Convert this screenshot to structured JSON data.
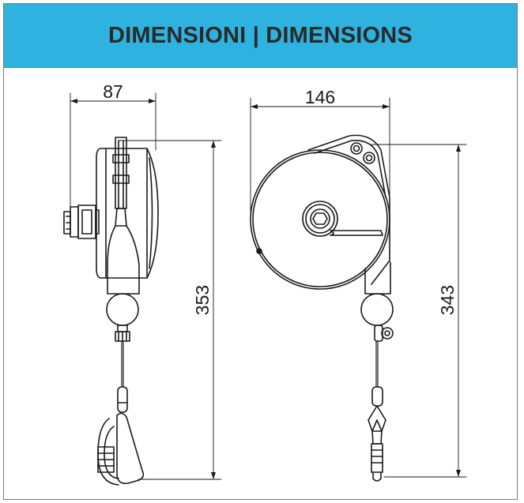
{
  "title": "DIMENSIONI | DIMENSIONS",
  "colors": {
    "header": "#2eb2e0",
    "line": "#1a1a1a",
    "frame": "#7a7a7a"
  },
  "side_view": {
    "width_label": "87",
    "height_label": "353"
  },
  "front_view": {
    "width_label": "146",
    "height_label": "343"
  }
}
